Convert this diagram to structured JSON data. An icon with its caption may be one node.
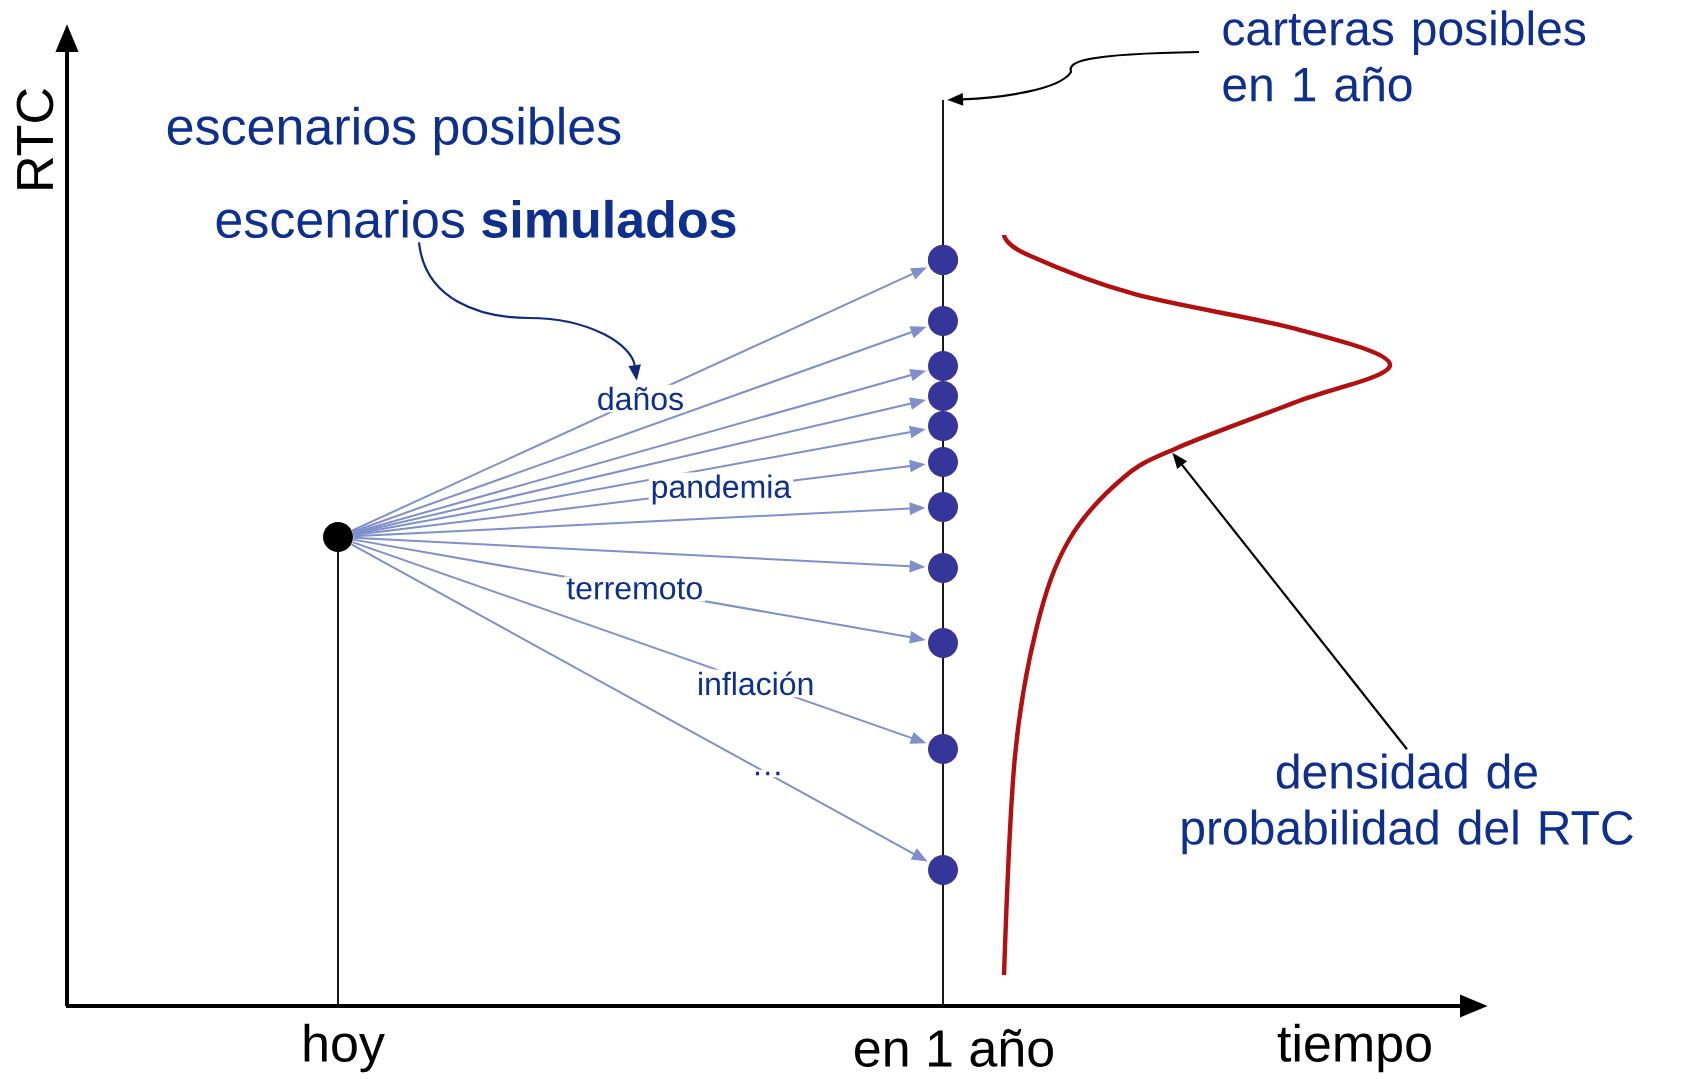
{
  "diagram": {
    "nodes": [
      {
        "text": [
          "carteras posibles en 1 año"
        ]
      },
      {
        "text": [
          "escenarios **simulados**"
        ]
      },
      {
        "text": [],
        "shape": "circle"
      },
      {
        "text": [],
        "shape": "circle"
      },
      {
        "text": [],
        "shape": "circle"
      },
      {
        "text": [],
        "shape": "circle"
      },
      {
        "text": [],
        "shape": "circle"
      },
      {
        "text": [],
        "shape": "circle"
      },
      {
        "text": [],
        "shape": "circle"
      },
      {
        "text": [],
        "shape": "circle"
      },
      {
        "text": [],
        "shape": "circle"
      },
      {
        "text": [],
        "shape": "circle"
      },
      {
        "text": [],
        "shape": "circle"
      },
      {
        "text": [],
        "shape": "circle"
      },
      {
        "text": [],
        "shape": "circle"
      },
      {
        "text": [
          "densidad de probabilidad del RTC"
        ]
      }
    ],
    "edges": [
      {
        "from": 0,
        "to": null,
        "arrow": "to",
        "color": "#000000"
      },
      {
        "from": 1,
        "to": null,
        "arrow": "to",
        "color": "#0d2a80"
      },
      {
        "from": 2,
        "to": 3,
        "arrow": "to",
        "label": "daños"
      },
      {
        "from": 2,
        "to": 4,
        "arrow": "to"
      },
      {
        "from": 2,
        "to": 5,
        "arrow": "to"
      },
      {
        "from": 2,
        "to": 6,
        "arrow": "to"
      },
      {
        "from": 2,
        "to": 7,
        "arrow": "to"
      },
      {
        "from": 2,
        "to": 8,
        "arrow": "to",
        "label": "pandemia"
      },
      {
        "from": 2,
        "to": 9,
        "arrow": "to"
      },
      {
        "from": 2,
        "to": 10,
        "arrow": "to"
      },
      {
        "from": 2,
        "to": 11,
        "arrow": "to",
        "label": "terremoto"
      },
      {
        "from": 2,
        "to": 12,
        "arrow": "to",
        "label": "inflación"
      },
      {
        "from": 2,
        "to": 13,
        "arrow": "to",
        "label": "…"
      },
      {
        "from": 15,
        "to": null,
        "arrow": "to",
        "color": "#000000"
      }
    ],
    "labels": [
      "RTC",
      "escenarios posibles",
      "hoy",
      "en 1 año",
      "tiempo"
    ]
  }
}
